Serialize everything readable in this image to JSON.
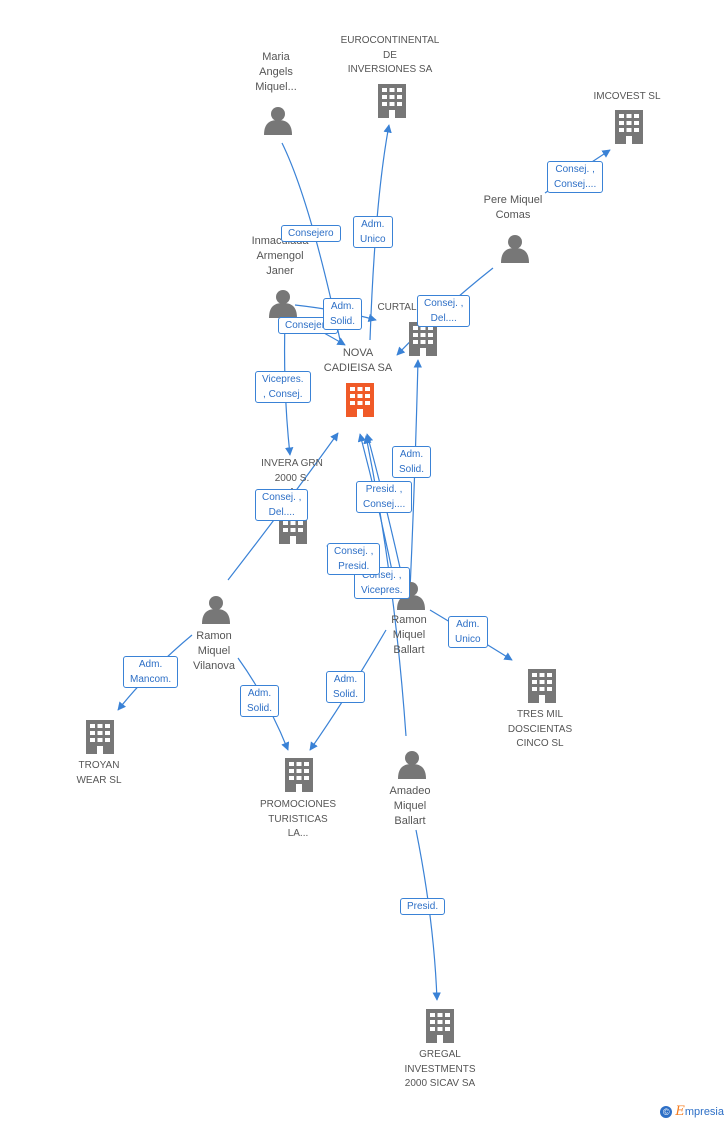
{
  "colors": {
    "edge": "#3a82d6",
    "node": "#777777",
    "focus": "#f05a28"
  },
  "nodes": {
    "maria": {
      "label": "Maria\nAngels\nMiquel...",
      "icon": "person-icon"
    },
    "eurocontinental": {
      "label": "EUROCONTINENTAL\nDE\nINVERSIONES SA",
      "icon": "building-icon"
    },
    "imcovest": {
      "label": "IMCOVEST SL",
      "icon": "building-icon"
    },
    "pere": {
      "label": "Pere Miquel\nComas",
      "icon": "person-icon"
    },
    "inmaculada": {
      "label": "Inmaculada\nArmengol\nJaner",
      "icon": "person-icon"
    },
    "curtal": {
      "label": "CURTAL",
      "icon": "building-icon"
    },
    "nova": {
      "label": "NOVA\nCADIEISA SA",
      "icon": "building-icon"
    },
    "invera": {
      "label": "INVERA GRN\n2000 S.\nA",
      "icon": "building-icon"
    },
    "ramon_ballart": {
      "label": "Ramon\nMiquel\nBallart",
      "icon": "person-icon"
    },
    "ramon_vilanova": {
      "label": "Ramon\nMiquel\nVilanova",
      "icon": "person-icon"
    },
    "tres_mil": {
      "label": "TRES MIL\nDOSCIENTAS\nCINCO SL",
      "icon": "building-icon"
    },
    "troyan": {
      "label": "TROYAN\nWEAR SL",
      "icon": "building-icon"
    },
    "promociones": {
      "label": "PROMOCIONES\nTURISTICAS\nLA...",
      "icon": "building-icon"
    },
    "amadeo": {
      "label": "Amadeo\nMiquel\nBallart",
      "icon": "person-icon"
    },
    "gregal": {
      "label": "GREGAL\nINVESTMENTS\n2000 SICAV SA",
      "icon": "building-icon"
    }
  },
  "edges": [
    {
      "id": "maria_nova",
      "label": "Consejero"
    },
    {
      "id": "nova_euro",
      "label": "Adm.\nUnico"
    },
    {
      "id": "pere_imco",
      "label": "Consej. ,\nConsej...."
    },
    {
      "id": "inma_nova",
      "label": "Consejero"
    },
    {
      "id": "inma_curtal",
      "label": "Adm.\nSolid."
    },
    {
      "id": "pere_nova",
      "label": "Consej. ,\nDel...."
    },
    {
      "id": "inma_invera",
      "label": "Vicepres.\n, Consej."
    },
    {
      "id": "ramon_curtal",
      "label": "Adm.\nSolid."
    },
    {
      "id": "vilanova_nova",
      "label": "Consej. ,\nDel...."
    },
    {
      "id": "ballart_nova_a",
      "label": "Presid. ,\nConsej...."
    },
    {
      "id": "ballart_invera",
      "label": "Consej. ,\nPresid."
    },
    {
      "id": "ballart_nova_b",
      "label": "Consej. ,\nVicepres."
    },
    {
      "id": "ballart_tres",
      "label": "Adm.\nUnico"
    },
    {
      "id": "vilanova_troyan",
      "label": "Adm.\nMancom."
    },
    {
      "id": "vilanova_promo",
      "label": "Adm.\nSolid."
    },
    {
      "id": "ballart_promo",
      "label": "Adm.\nSolid."
    },
    {
      "id": "amadeo_gregal",
      "label": "Presid."
    }
  ],
  "brand": {
    "copyright": "©",
    "name": "mpresia",
    "initial": "E"
  }
}
